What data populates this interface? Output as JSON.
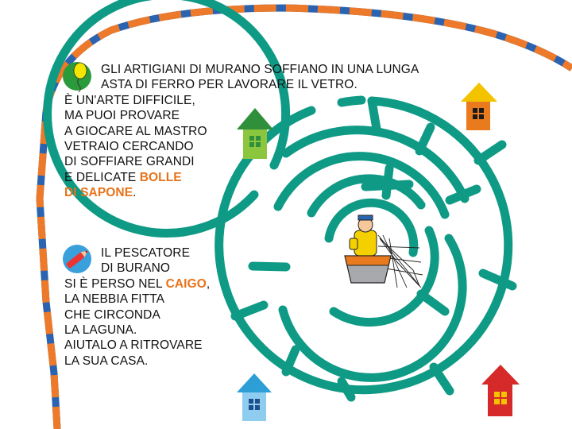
{
  "colors": {
    "border_blue": "#2a63b0",
    "border_orange": "#ec7a2a",
    "maze_teal": "#0e9a85",
    "highlight_orange": "#e8731a",
    "house_green": "#2f8f3a",
    "house_lime": "#8cc63f",
    "house_yellow": "#f4c300",
    "house_orange": "#e97a1e",
    "house_blue": "#2e9fd6",
    "house_lightblue": "#8ecdf0",
    "house_red": "#d62929"
  },
  "icons": {
    "balloon": "balloon-icon",
    "crayon": "crayon-icon"
  },
  "glass_text": {
    "l1": "GLI ARTIGIANI DI MURANO SOFFIANO IN UNA LUNGA",
    "l2": "ASTA DI FERRO PER LAVORARE IL VETRO.",
    "l3": "È UN'ARTE DIFFICILE,",
    "l4": "MA PUOI PROVARE",
    "l5": "A GIOCARE AL MASTRO",
    "l6": "VETRAIO CERCANDO",
    "l7": "DI SOFFIARE GRANDI",
    "l8_pre": "E DELICATE ",
    "l8_hl": "BOLLE",
    "l9_hl": "DI SAPONE",
    "l9_post": "."
  },
  "fisher_text": {
    "l1": "IL PESCATORE",
    "l2": "DI BURANO",
    "l3_pre": "SI È PERSO NEL ",
    "l3_hl": "CAIGO",
    "l3_post": ",",
    "l4": "LA NEBBIA FITTA",
    "l5": "CHE CIRCONDA",
    "l6": "LA LAGUNA.",
    "l7": "AIUTALO A RITROVARE",
    "l8": "LA SUA CASA."
  }
}
